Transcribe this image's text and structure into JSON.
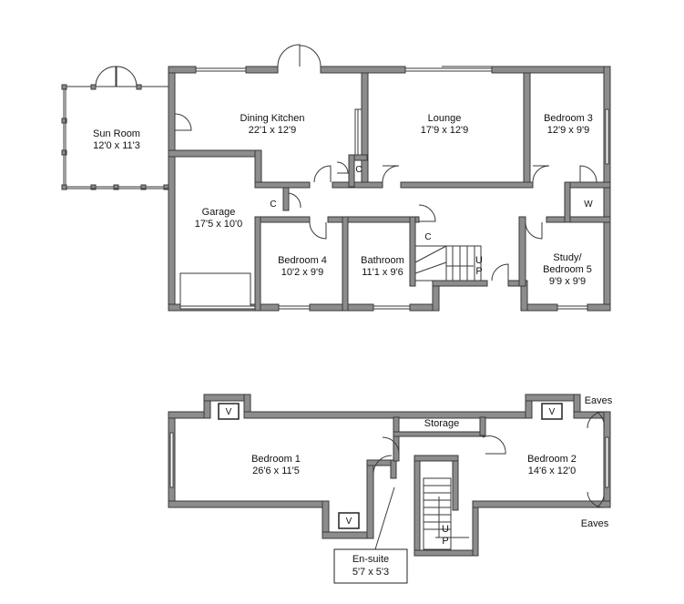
{
  "ground_floor": {
    "sun_room": {
      "name": "Sun Room",
      "size": "12'0 x 11'3"
    },
    "dining_kitchen": {
      "name": "Dining Kitchen",
      "size": "22'1 x 12'9"
    },
    "lounge": {
      "name": "Lounge",
      "size": "17'9 x 12'9"
    },
    "bedroom3": {
      "name": "Bedroom 3",
      "size": "12'9 x 9'9"
    },
    "garage": {
      "name": "Garage",
      "size": "17'5 x 10'0"
    },
    "bedroom4": {
      "name": "Bedroom 4",
      "size": "10'2 x 9'9"
    },
    "bathroom": {
      "name": "Bathroom",
      "size": "11'1 x 9'6"
    },
    "study": {
      "name": "Study/",
      "name2": "Bedroom 5",
      "size": "9'9 x 9'9"
    },
    "cupboard_label": "C",
    "wardrobe_label": "W",
    "stairs_label_u": "U",
    "stairs_label_p": "P"
  },
  "first_floor": {
    "bedroom1": {
      "name": "Bedroom 1",
      "size": "26'6 x 11'5"
    },
    "bedroom2": {
      "name": "Bedroom 2",
      "size": "14'6 x 12'0"
    },
    "storage": "Storage",
    "ensuite": {
      "name": "En-suite",
      "size": "5'7 x 5'3"
    },
    "eaves_top": "Eaves",
    "eaves_bottom": "Eaves",
    "vent_label": "V",
    "stairs_label_u": "U",
    "stairs_label_p": "P"
  }
}
